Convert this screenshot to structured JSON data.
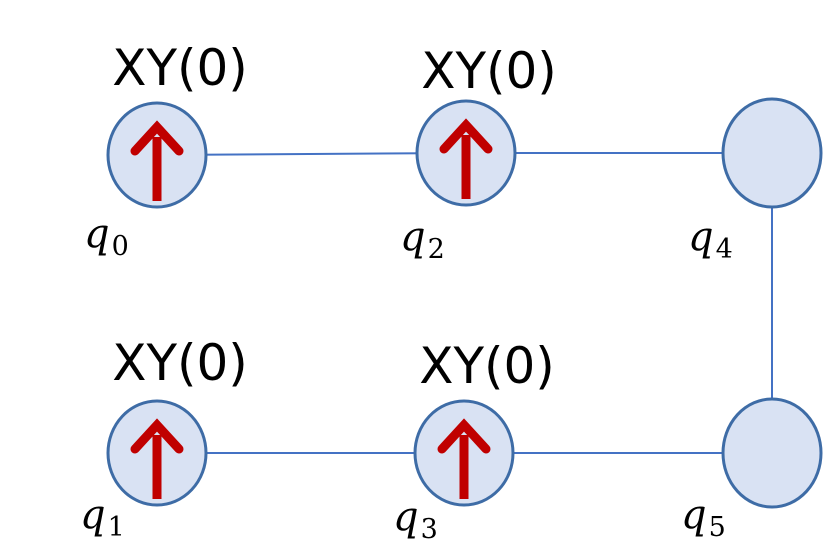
{
  "colors": {
    "node_fill": "#d9e2f3",
    "node_stroke": "#3e6ca6",
    "edge": "#4472c4",
    "arrow": "#c00000",
    "text": "#000000"
  },
  "nodes": [
    {
      "id": "q0",
      "var": "q",
      "sub": "0",
      "gate": "XY(0)",
      "state": "up-arrow"
    },
    {
      "id": "q1",
      "var": "q",
      "sub": "1",
      "gate": "XY(0)",
      "state": "up-arrow"
    },
    {
      "id": "q2",
      "var": "q",
      "sub": "2",
      "gate": "XY(0)",
      "state": "up-arrow"
    },
    {
      "id": "q3",
      "var": "q",
      "sub": "3",
      "gate": "XY(0)",
      "state": "up-arrow"
    },
    {
      "id": "q4",
      "var": "q",
      "sub": "4",
      "gate": "",
      "state": ""
    },
    {
      "id": "q5",
      "var": "q",
      "sub": "5",
      "gate": "",
      "state": ""
    }
  ],
  "edges": [
    {
      "from": "q0",
      "to": "q2"
    },
    {
      "from": "q2",
      "to": "q4"
    },
    {
      "from": "q4",
      "to": "q5"
    },
    {
      "from": "q1",
      "to": "q3"
    },
    {
      "from": "q3",
      "to": "q5"
    }
  ]
}
